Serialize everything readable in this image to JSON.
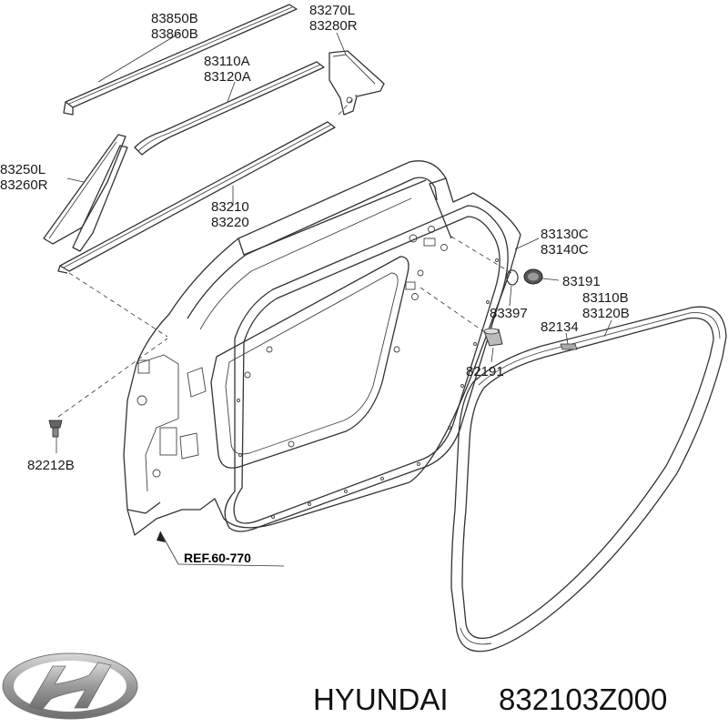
{
  "callouts": {
    "p83850B": "83850B",
    "p83860B": "83860B",
    "p83270L": "83270L",
    "p83280R": "83280R",
    "p83110A": "83110A",
    "p83120A": "83120A",
    "p83250L": "83250L",
    "p83260R": "83260R",
    "p83210": "83210",
    "p83220": "83220",
    "p83130C": "83130C",
    "p83140C": "83140C",
    "p83191": "83191",
    "p83397": "83397",
    "p83110B": "83110B",
    "p83120B": "83120B",
    "p82134": "82134",
    "p82191": "82191",
    "p82212B": "82212B"
  },
  "reference": "REF.60-770",
  "footer": {
    "brand": "HYUNDAI",
    "part_number": "832103Z000"
  },
  "logo": {
    "name": "hyundai-logo-icon",
    "color": "#9a9a9a"
  }
}
